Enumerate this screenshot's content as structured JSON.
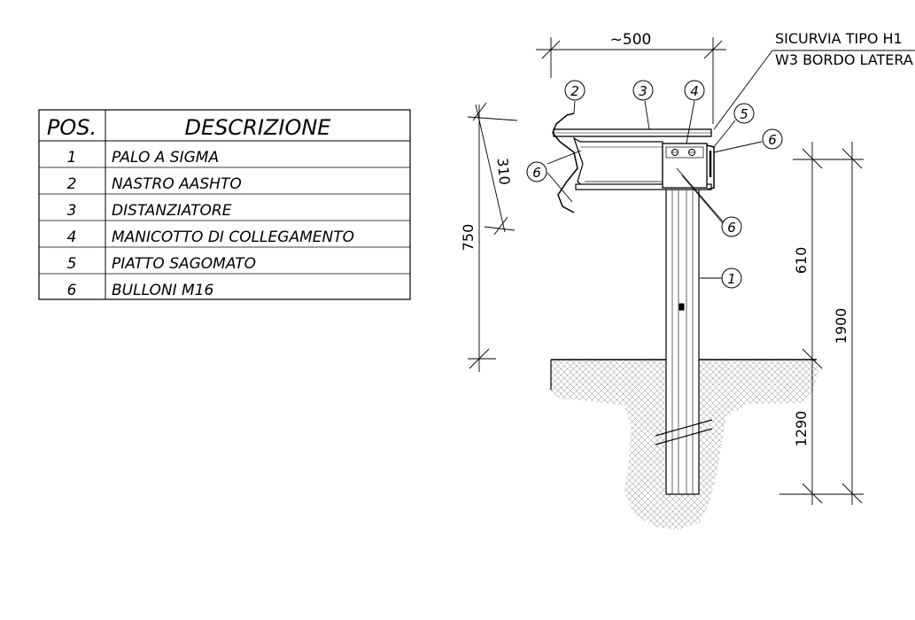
{
  "table": {
    "header_pos": "POS.",
    "header_desc": "DESCRIZIONE",
    "rows": [
      {
        "pos": "1",
        "desc": "PALO A SIGMA"
      },
      {
        "pos": "2",
        "desc": "NASTRO AASHTO"
      },
      {
        "pos": "3",
        "desc": "DISTANZIATORE"
      },
      {
        "pos": "4",
        "desc": "MANICOTTO DI COLLEGAMENTO"
      },
      {
        "pos": "5",
        "desc": "PIATTO SAGOMATO"
      },
      {
        "pos": "6",
        "desc": "BULLONI M16"
      }
    ]
  },
  "title_note": {
    "line1": "SICURVIA TIPO H1",
    "line2": "W3 BORDO LATERA"
  },
  "dimensions": {
    "top_width": "~500",
    "rail_height": "310",
    "overall_height": "750",
    "above_ground": "610",
    "total_post": "1900",
    "embedment": "1290"
  },
  "callouts": {
    "c1": "1",
    "c2": "2",
    "c3": "3",
    "c4": "4",
    "c5": "5",
    "c6a": "6",
    "c6b": "6",
    "c6c": "6"
  }
}
